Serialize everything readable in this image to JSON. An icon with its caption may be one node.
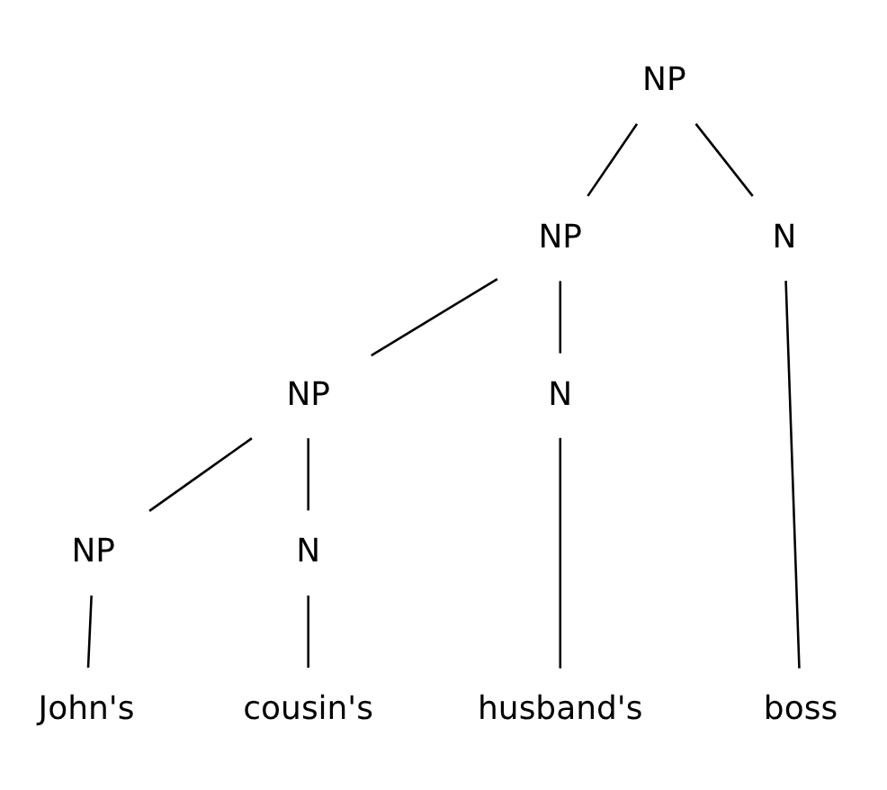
{
  "diagram": {
    "nodes": [
      {
        "text": [
          "NP"
        ]
      },
      {
        "text": [
          "NP"
        ]
      },
      {
        "text": [
          "N"
        ]
      },
      {
        "text": [
          "NP"
        ]
      },
      {
        "text": [
          "N"
        ]
      },
      {
        "text": [
          "NP"
        ]
      },
      {
        "text": [
          "N"
        ]
      },
      {
        "text": [
          "John's"
        ]
      },
      {
        "text": [
          "cousin's"
        ]
      },
      {
        "text": [
          "husband's"
        ]
      },
      {
        "text": [
          "boss"
        ]
      }
    ],
    "edges": [
      {
        "from": 0,
        "to": 1,
        "arrow": "none"
      },
      {
        "from": 0,
        "to": 2,
        "arrow": "none"
      },
      {
        "from": 1,
        "to": 3,
        "arrow": "none"
      },
      {
        "from": 1,
        "to": 4,
        "arrow": "none"
      },
      {
        "from": 3,
        "to": 5,
        "arrow": "none"
      },
      {
        "from": 3,
        "to": 6,
        "arrow": "none"
      },
      {
        "from": 5,
        "to": 7,
        "arrow": "none"
      },
      {
        "from": 6,
        "to": 8,
        "arrow": "none"
      },
      {
        "from": 4,
        "to": 9,
        "arrow": "none"
      },
      {
        "from": 2,
        "to": 10,
        "arrow": "none"
      }
    ]
  }
}
